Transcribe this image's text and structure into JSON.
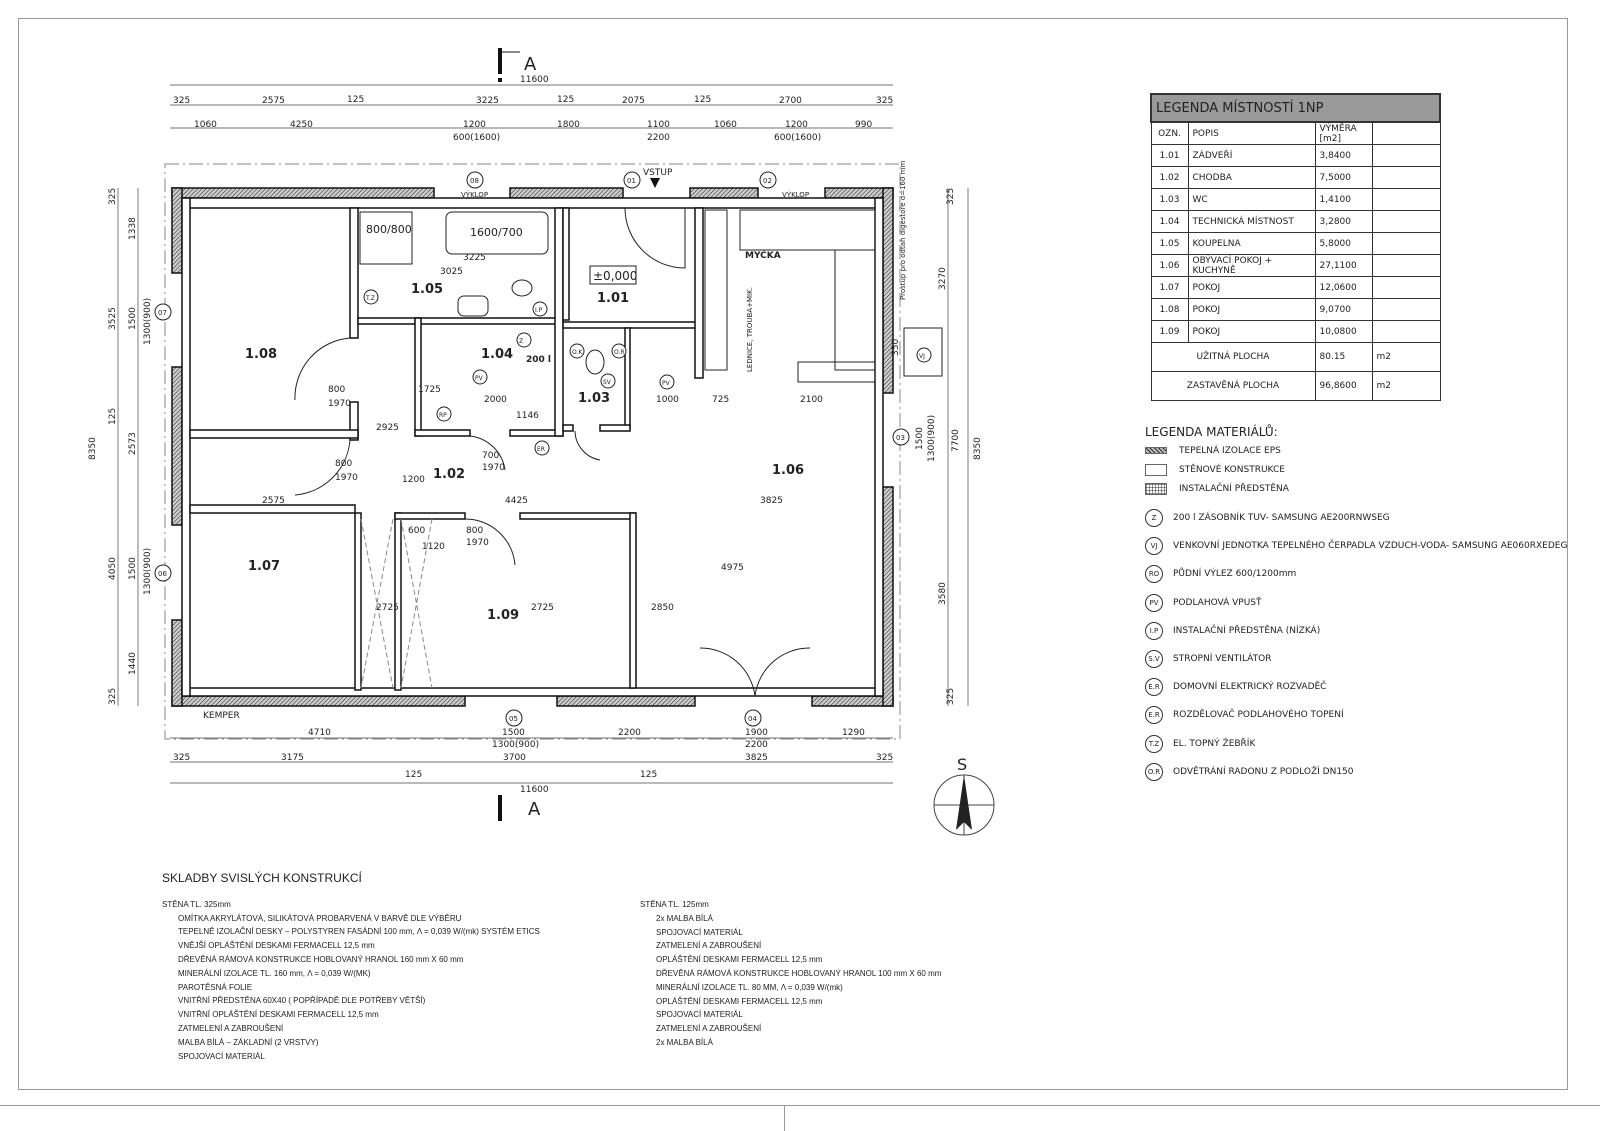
{
  "section_mark": "A",
  "rooms": {
    "r101": "1.01",
    "r102": "1.02",
    "r103": "1.03",
    "r104": "1.04",
    "r105": "1.05",
    "r106": "1.06",
    "r107": "1.07",
    "r108": "1.08",
    "r109": "1.09"
  },
  "plan_labels": {
    "entry": "VSTUP",
    "tilt1": "VÝKLOP",
    "tilt2": "VÝKLOP",
    "kemper": "KEMPER",
    "dishwasher": "MYČKA",
    "fridge": "LEDNICE, TROUBA+MIK.",
    "hood": "Prostup pro odtah digestoře d=160 mm",
    "shower": "800/800",
    "bath": "1600/700",
    "level": "±0,000",
    "boiler": "200 l",
    "north": "S"
  },
  "markers": [
    "08",
    "01",
    "02",
    "07",
    "03",
    "06",
    "05",
    "04"
  ],
  "equip": [
    "Z",
    "PV",
    "RP",
    "I.P",
    "O.K",
    "O.R",
    "SV",
    "ER",
    "VJ",
    "T.Z",
    "PV"
  ],
  "dims_top": [
    "11600",
    "325",
    "2575",
    "125",
    "3225",
    "125",
    "2075",
    "125",
    "2700",
    "325",
    "1060",
    "4250",
    "1200",
    "600(1600)",
    "1800",
    "1100",
    "2200",
    "1060",
    "1200",
    "600(1600)",
    "990"
  ],
  "dims_bottom": [
    "4710",
    "1500",
    "1300(900)",
    "2200",
    "1900",
    "2200",
    "1290",
    "325",
    "3175",
    "3700",
    "3825",
    "325",
    "125",
    "125",
    "11600"
  ],
  "dims_left": [
    "8350",
    "325",
    "3525",
    "125",
    "4050",
    "325",
    "1338",
    "1500",
    "1300(900)",
    "2573",
    "1500",
    "1300(900)",
    "1440"
  ],
  "dims_right": [
    "8350",
    "325",
    "3270",
    "7700",
    "3580",
    "325",
    "1500",
    "1300(900)",
    "350"
  ],
  "dims_inner": [
    "3225",
    "3025",
    "2575",
    "4425",
    "3825",
    "2100",
    "725",
    "1000",
    "2000",
    "1146",
    "1725",
    "2925",
    "1200",
    "2725",
    "2725",
    "2850",
    "4975",
    "800",
    "1970",
    "800",
    "1970",
    "700",
    "1970",
    "600",
    "1120",
    "800",
    "1970"
  ],
  "room_legend": {
    "title": "LEGENDA MÍSTNOSTÍ 1NP",
    "headers": [
      "OZN.",
      "POPIS",
      "VÝMĚRA [m2]",
      ""
    ],
    "rows": [
      [
        "1.01",
        "ZÁDVEŘÍ",
        "3,8400"
      ],
      [
        "1.02",
        "CHODBA",
        "7,5000"
      ],
      [
        "1.03",
        "WC",
        "1,4100"
      ],
      [
        "1.04",
        "TECHNICKÁ MÍSTNOST",
        "3,2800"
      ],
      [
        "1.05",
        "KOUPELNA",
        "5,8000"
      ],
      [
        "1.06",
        "OBÝVACÍ POKOJ + KUCHYNĚ",
        "27,1100"
      ],
      [
        "1.07",
        "POKOJ",
        "12,0600"
      ],
      [
        "1.08",
        "POKOJ",
        "9,0700"
      ],
      [
        "1.09",
        "POKOJ",
        "10,0800"
      ]
    ],
    "totals": [
      [
        "UŽITNÁ PLOCHA",
        "80.15",
        "m2"
      ],
      [
        "ZASTAVĚNÁ PLOCHA",
        "96,8600",
        "m2"
      ]
    ]
  },
  "material_legend": {
    "title": "LEGENDA MATERIÁLŮ:",
    "materials": [
      "TEPELNÁ IZOLACE EPS",
      "STĚNOVÉ KONSTRUKCE",
      "INSTALAČNÍ PŘEDSTĚNA"
    ],
    "symbols": [
      [
        "Z",
        "200 l ZÁSOBNÍK TUV- SAMSUNG AE200RNWSEG"
      ],
      [
        "VJ",
        "VENKOVNÍ JEDNOTKA TEPELNÉHO ČERPADLA VZDUCH-VODA- SAMSUNG AE060RXEDEG"
      ],
      [
        "RO",
        "PŮDNÍ VÝLEZ 600/1200mm"
      ],
      [
        "PV",
        "PODLAHOVÁ VPUSŤ"
      ],
      [
        "I.P",
        "INSTALAČNÍ PŘEDSTĚNA (NÍZKÁ)"
      ],
      [
        "S.V",
        "STROPNÍ VENTILÁTOR"
      ],
      [
        "E.R",
        "DOMOVNÍ ELEKTRICKÝ ROZVADĚČ"
      ],
      [
        "E.R",
        "ROZDĚLOVAČ PODLAHOVÉHO TOPENÍ"
      ],
      [
        "T.Z",
        "EL. TOPNÝ ŽEBŘÍK"
      ],
      [
        "O.R",
        "ODVĚTRÁNÍ RADONU Z PODLOŽÍ DN150"
      ]
    ]
  },
  "compositions": {
    "title": "SKLADBY SVISLÝCH KONSTRUKCÍ",
    "wall325": {
      "title": "STĚNA TL. 325mm",
      "layers": [
        "OMÍTKA AKRYLÁTOVÁ, SILIKÁTOVÁ PROBARVENÁ V BARVĚ DLE VÝBĚRU",
        "TEPELNĚ IZOLAČNÍ DESKY – POLYSTYREN FASÁDNÍ 100 mm, Λ = 0,039 W/(mk) SYSTÉM ETICS",
        "VNĚJŠÍ OPLÁŠTĚNÍ DESKAMI FERMACELL 12,5 mm",
        "DŘEVĚNÁ RÁMOVÁ KONSTRUKCE HOBLOVANÝ HRANOL 160 mm X 60 mm",
        "MINERÁLNÍ IZOLACE TL. 160 mm, Λ = 0,039 W/(MK)",
        "PAROTĚSNÁ FOLIE",
        "VNITŘNÍ PŘEDSTĚNA 60X40 ( POPŘÍPADĚ DLE POTŘEBY VĚTŠÍ)",
        "VNITŘNÍ OPLÁŠTĚNÍ DESKAMI FERMACELL 12,5 mm",
        "ZATMELENÍ A ZABROUŠENÍ",
        "MALBA BÍLÁ – ZÁKLADNÍ (2 VRSTVY)",
        "SPOJOVACÍ MATERIÁL"
      ]
    },
    "wall125": {
      "title": "STĚNA TL. 125mm",
      "layers": [
        "2x MALBA BÍLÁ",
        "SPOJOVACÍ MATERIÁL",
        "ZATMELENÍ A ZABROUŠENÍ",
        "OPLÁŠTĚNÍ DESKAMI FERMACELL 12,5 mm",
        "DŘEVĚNÁ RÁMOVÁ KONSTRUKCE HOBLOVANÝ HRANOL 100 mm X 60 mm",
        "MINERÁLNÍ IZOLACE TL. 80 MM, Λ = 0,039 W/(mk)",
        "OPLÁŠTĚNÍ DESKAMI FERMACELL 12,5 mm",
        "SPOJOVACÍ MATERIÁL",
        "ZATMELENÍ A ZABROUŠENÍ",
        "2x MALBA BÍLÁ"
      ]
    }
  }
}
